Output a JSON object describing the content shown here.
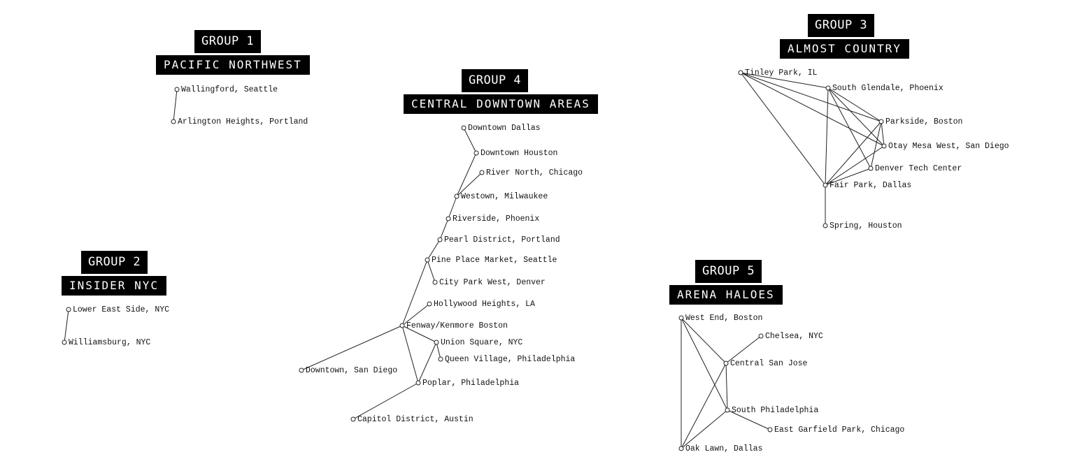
{
  "groups": [
    {
      "group_label": "GROUP 1",
      "name": "PACIFIC NORTHWEST",
      "nodes": [
        "Wallingford, Seattle",
        "Arlington Heights, Portland"
      ],
      "edges": [
        [
          0,
          1
        ]
      ]
    },
    {
      "group_label": "GROUP 2",
      "name": "INSIDER NYC",
      "nodes": [
        "Lower East Side, NYC",
        "Williamsburg, NYC"
      ],
      "edges": [
        [
          0,
          1
        ]
      ]
    },
    {
      "group_label": "GROUP 3",
      "name": "ALMOST COUNTRY",
      "nodes": [
        "Tinley Park, IL",
        "South Glendale, Phoenix",
        "Parkside, Boston",
        "Otay Mesa West, San Diego",
        "Denver Tech Center",
        "Fair Park, Dallas",
        "Spring, Houston"
      ],
      "edges": [
        [
          0,
          1
        ],
        [
          0,
          2
        ],
        [
          0,
          3
        ],
        [
          0,
          5
        ],
        [
          1,
          2
        ],
        [
          1,
          3
        ],
        [
          1,
          4
        ],
        [
          1,
          5
        ],
        [
          2,
          3
        ],
        [
          2,
          4
        ],
        [
          2,
          5
        ],
        [
          3,
          5
        ],
        [
          4,
          5
        ],
        [
          5,
          6
        ]
      ]
    },
    {
      "group_label": "GROUP 4",
      "name": "CENTRAL DOWNTOWN AREAS",
      "nodes": [
        "Downtown Dallas",
        "Downtown Houston",
        "River North, Chicago",
        "Westown, Milwaukee",
        "Riverside, Phoenix",
        "Pearl District, Portland",
        "Pine Place Market, Seattle",
        "City Park West, Denver",
        "Hollywood Heights, LA",
        "Fenway/Kenmore Boston",
        "Union Square, NYC",
        "Queen Village, Philadelphia",
        "Downtown, San Diego",
        "Poplar, Philadelphia",
        "Capitol District, Austin"
      ],
      "edges": [
        [
          0,
          1
        ],
        [
          1,
          3
        ],
        [
          2,
          3
        ],
        [
          3,
          4
        ],
        [
          4,
          5
        ],
        [
          5,
          6
        ],
        [
          6,
          7
        ],
        [
          6,
          9
        ],
        [
          8,
          9
        ],
        [
          9,
          10
        ],
        [
          9,
          12
        ],
        [
          9,
          13
        ],
        [
          10,
          11
        ],
        [
          10,
          13
        ],
        [
          13,
          14
        ]
      ]
    },
    {
      "group_label": "GROUP 5",
      "name": "ARENA HALOES",
      "nodes": [
        "West End, Boston",
        "Chelsea, NYC",
        "Central San Jose",
        "South Philadelphia",
        "East Garfield Park, Chicago",
        "Oak Lawn, Dallas"
      ],
      "edges": [
        [
          0,
          2
        ],
        [
          0,
          3
        ],
        [
          0,
          5
        ],
        [
          1,
          2
        ],
        [
          2,
          3
        ],
        [
          2,
          5
        ],
        [
          3,
          4
        ],
        [
          3,
          5
        ]
      ]
    }
  ]
}
